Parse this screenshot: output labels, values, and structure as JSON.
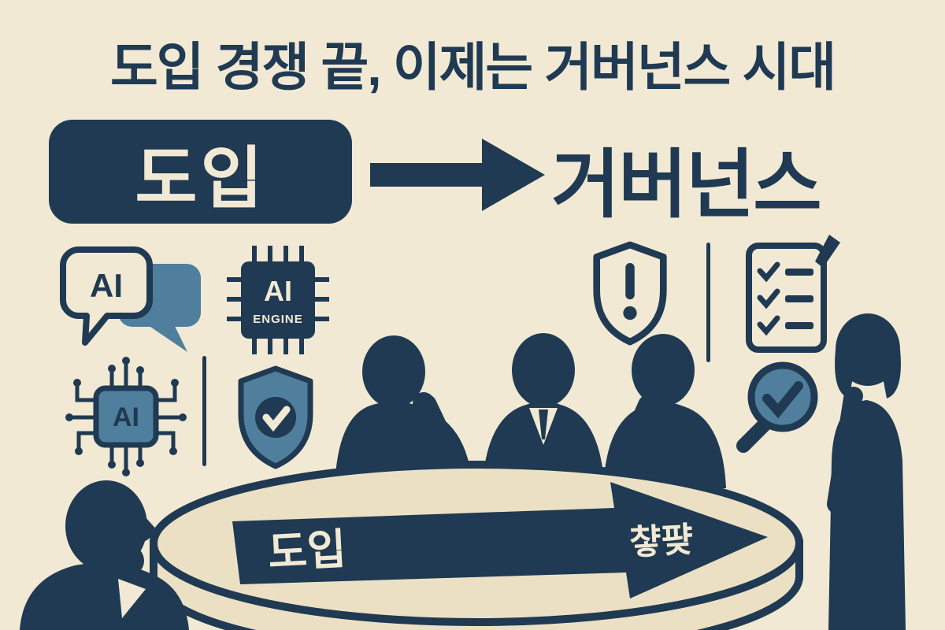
{
  "colors": {
    "background": "#f2e9d4",
    "ink": "#1f3a52",
    "accent_teal": "#4f7f9c",
    "table_top": "#ece0c4"
  },
  "title": "도입 경쟁 끝, 이제는 거버넌스 시대",
  "flow": {
    "from_label": "도입",
    "to_label": "거버넌스"
  },
  "icons": {
    "ai_chat": {
      "name": "ai-chat-bubbles-icon",
      "label": "AI"
    },
    "ai_engine_chip": {
      "name": "ai-engine-chip-icon",
      "line1": "AI",
      "line2": "ENGINE"
    },
    "ai_circuit_chip": {
      "name": "ai-circuit-chip-icon",
      "label": "AI"
    },
    "shield_check": {
      "name": "shield-check-icon"
    },
    "shield_alert": {
      "name": "shield-exclamation-icon"
    },
    "checklist": {
      "name": "checklist-icon"
    },
    "magnifier_check": {
      "name": "magnifier-check-icon"
    }
  },
  "table_arrow": {
    "from_label": "도입",
    "to_label": "챻퍚"
  },
  "scene": {
    "people": [
      "man-left-table",
      "man-center-table",
      "man-right-table",
      "man-foreground-left",
      "woman-right"
    ]
  }
}
